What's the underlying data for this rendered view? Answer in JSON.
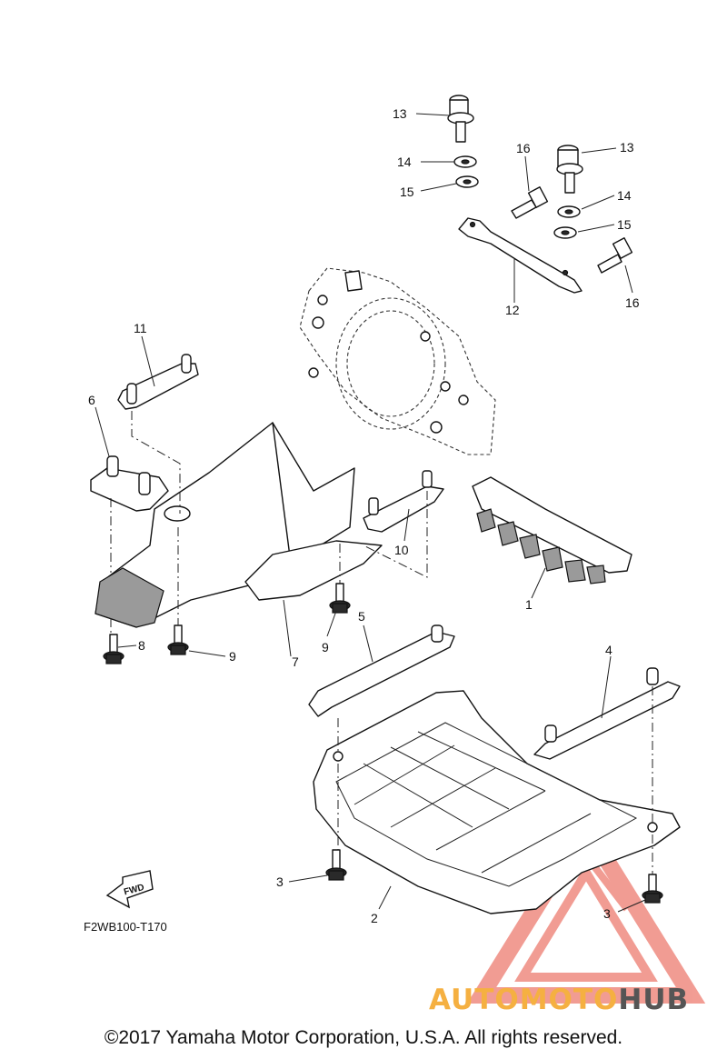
{
  "diagram": {
    "callouts": {
      "c1": "1",
      "c2": "2",
      "c3a": "3",
      "c3b": "3",
      "c4": "4",
      "c5": "5",
      "c6": "6",
      "c7": "7",
      "c8": "8",
      "c9a": "9",
      "c9b": "9",
      "c10": "10",
      "c11": "11",
      "c12": "12",
      "c13a": "13",
      "c13b": "13",
      "c14a": "14",
      "c14b": "14",
      "c15a": "15",
      "c15b": "15",
      "c16a": "16",
      "c16b": "16"
    },
    "fwd_label": "FWD",
    "figure_code": "F2WB100-T170"
  },
  "watermark": {
    "part1": "AUTOMOTO",
    "part2": "HUB",
    "color1": "#f5b041",
    "color2": "#555555",
    "triangle_color": "#e74c3c"
  },
  "footer": {
    "copyright": "©2017 Yamaha Motor Corporation, U.S.A. All rights reserved."
  }
}
